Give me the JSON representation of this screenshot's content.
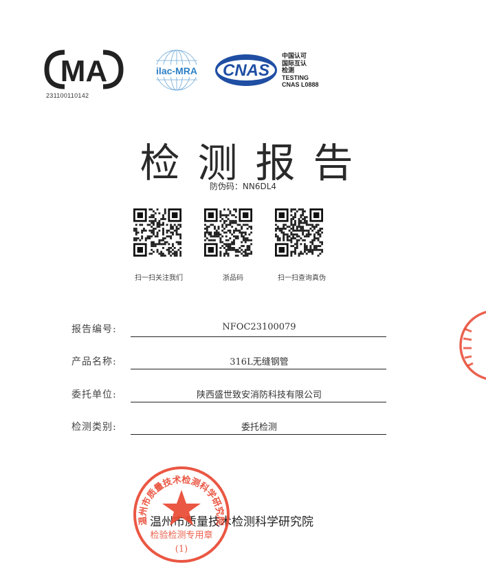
{
  "logos": {
    "cma": {
      "text": "MA",
      "code": "231100110142"
    },
    "ilac": {
      "text": "ilac-MRA"
    },
    "cnas": {
      "text": "CNAS",
      "lines": [
        "中国认可",
        "国际互认",
        "检测",
        "TESTING",
        "CNAS L0888"
      ]
    }
  },
  "title": "检测报告",
  "anti_counterfeit": "防伪码：NN6DL4",
  "qr_codes": [
    {
      "caption": "扫一扫关注我们"
    },
    {
      "caption": "浙品码"
    },
    {
      "caption": "扫一扫查询真伪"
    }
  ],
  "fields": [
    {
      "label": "报告编号:",
      "value": "NFOC23100079"
    },
    {
      "label": "产品名称:",
      "value": "316L无缝钢管"
    },
    {
      "label": "委托单位:",
      "value": "陕西盛世致安消防科技有限公司"
    },
    {
      "label": "检测类别:",
      "value": "委托检测"
    }
  ],
  "institute": "温州市质量技术检测科学研究院",
  "seal": {
    "outer_text": "温州市质量技术检测科学研究院",
    "inner_text": "检验检测专用章",
    "number": "(1)",
    "color": "#e8452f"
  },
  "colors": {
    "cnas_blue": "#1f4ea3",
    "ilac_blue": "#2b7fc4",
    "seal_red": "#e8452f"
  }
}
